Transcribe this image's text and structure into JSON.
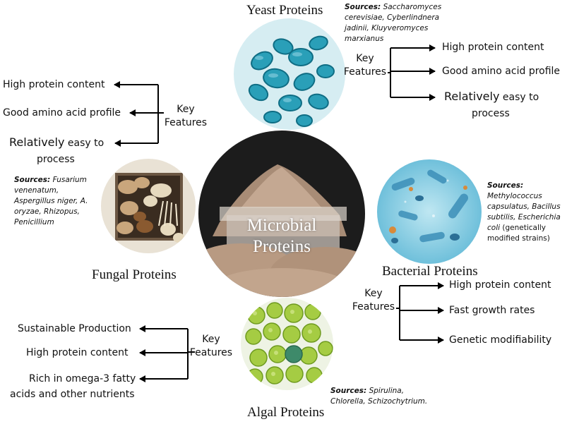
{
  "center": {
    "line1": "Microbial",
    "line2": "Proteins"
  },
  "yeast": {
    "title": "Yeast Proteins",
    "sources_label": "Sources:",
    "sources_line1": "Saccharomyces",
    "sources_line2": "cerevisiae, Cyberlindnera",
    "sources_line3": "jadinii, Kluyveromyces",
    "sources_line4": "marxianus",
    "key_line1": "Key",
    "key_line2": "Features",
    "features": [
      "High protein  content",
      "Good amino acid profile",
      "Relatively",
      "easy to",
      "process"
    ]
  },
  "fungal": {
    "title": "Fungal Proteins",
    "sources_label": "Sources:",
    "sources_line1": "Fusarium",
    "sources_line2": "venenatum,",
    "sources_line3": "Aspergillus niger, A.",
    "sources_line4": "oryzae, Rhizopus,",
    "sources_line5": "Penicillium",
    "key_line1": "Key",
    "key_line2": "Features",
    "features": [
      "High protein  content",
      "Good amino acid profile",
      "Relatively",
      "easy to",
      "process"
    ]
  },
  "bacterial": {
    "title": "Bacterial Proteins",
    "sources_label": "Sources:",
    "sources_line1": "Methylococcus",
    "sources_line2": "capsulatus, Bacillus",
    "sources_line3": "subtilis, Escherichia",
    "sources_line4a": "coli",
    "sources_line4b": " (genetically",
    "sources_line5": "modified strains)",
    "key_line1": "Key",
    "key_line2": "Features",
    "features": [
      "High protein  content",
      "Fast growth rates",
      "Genetic modifiability"
    ]
  },
  "algal": {
    "title": "Algal Proteins",
    "sources_label": "Sources:",
    "sources_line1": "Spirulina,",
    "sources_line2": "Chlorella, Schizochytrium.",
    "key_line1": "Key",
    "key_line2": "Features",
    "features": [
      "Sustainable Production",
      "High protein  content",
      "Rich in omega-3 fatty",
      "acids and other nutrients"
    ]
  },
  "colors": {
    "arrow": "#000000",
    "yeast_bg": "#cfe9ef",
    "yeast_cell": "#2a9fb8",
    "fungal_bg": "#e8e0d2",
    "bacterial_bg": "#8fd0e6",
    "algal_bg": "#eef3e4",
    "algal_cell": "#9cc83c",
    "powder": "#b89a82",
    "center_bg": "#1c1c1c"
  }
}
